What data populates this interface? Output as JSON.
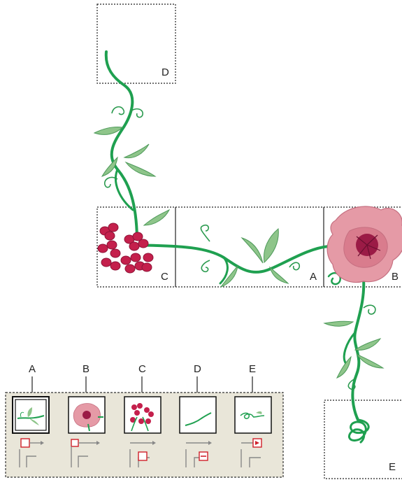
{
  "tiles": [
    {
      "id": "D",
      "label": "D"
    },
    {
      "id": "C",
      "label": "C"
    },
    {
      "id": "A",
      "label": "A"
    },
    {
      "id": "B",
      "label": "B"
    },
    {
      "id": "E",
      "label": "E"
    }
  ],
  "swatch_panel": {
    "callouts": [
      "A",
      "B",
      "C",
      "D",
      "E"
    ],
    "swatches": [
      {
        "name": "side-tile-swatch",
        "selected": true
      },
      {
        "name": "outer-corner-tile-swatch",
        "selected": false
      },
      {
        "name": "inner-corner-tile-swatch",
        "selected": false
      },
      {
        "name": "start-tile-swatch",
        "selected": false
      },
      {
        "name": "end-tile-swatch",
        "selected": false
      }
    ]
  },
  "colors": {
    "vine": "#1fa050",
    "leaf": "#8ec58a",
    "leaf_dark": "#5fa467",
    "berry": "#c4204c",
    "flower": "#e59aa6",
    "flower_center": "#9b1b46",
    "panel_bg": "#e9e6d9",
    "marker_red": "#d0202a",
    "marker_gray": "#888888"
  }
}
